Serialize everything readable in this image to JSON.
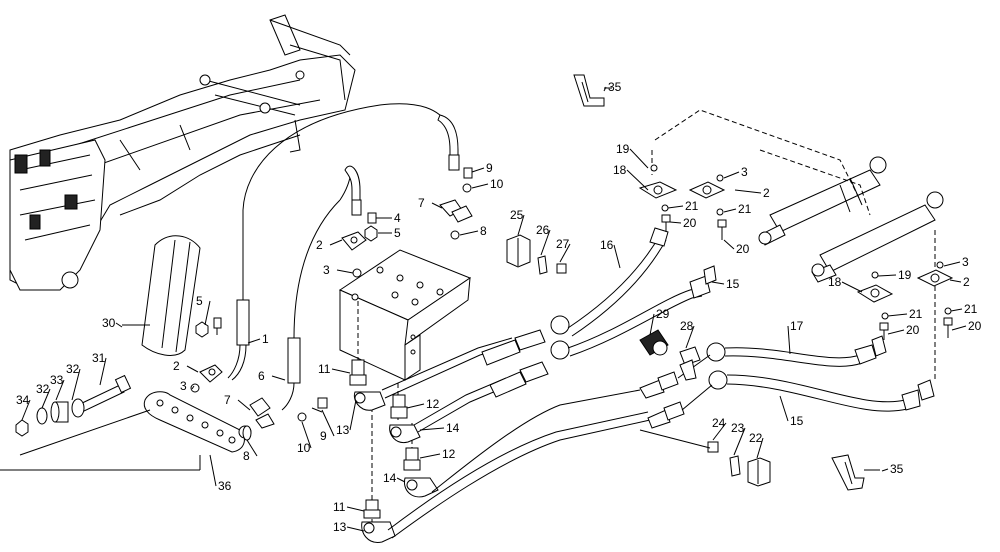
{
  "callouts": [
    {
      "id": "c1",
      "text": "1"
    },
    {
      "id": "c2a",
      "text": "2"
    },
    {
      "id": "c2b",
      "text": "2"
    },
    {
      "id": "c2c",
      "text": "2"
    },
    {
      "id": "c2d",
      "text": "2"
    },
    {
      "id": "c3a",
      "text": "3"
    },
    {
      "id": "c3b",
      "text": "3"
    },
    {
      "id": "c3c",
      "text": "3"
    },
    {
      "id": "c3d",
      "text": "3"
    },
    {
      "id": "c4",
      "text": "4"
    },
    {
      "id": "c5a",
      "text": "5"
    },
    {
      "id": "c5b",
      "text": "5"
    },
    {
      "id": "c6",
      "text": "6"
    },
    {
      "id": "c7a",
      "text": "7"
    },
    {
      "id": "c7b",
      "text": "7"
    },
    {
      "id": "c8a",
      "text": "8"
    },
    {
      "id": "c8b",
      "text": "8"
    },
    {
      "id": "c9a",
      "text": "9"
    },
    {
      "id": "c9b",
      "text": "9"
    },
    {
      "id": "c10a",
      "text": "10"
    },
    {
      "id": "c10b",
      "text": "10"
    },
    {
      "id": "c11a",
      "text": "11"
    },
    {
      "id": "c11b",
      "text": "11"
    },
    {
      "id": "c12a",
      "text": "12"
    },
    {
      "id": "c12b",
      "text": "12"
    },
    {
      "id": "c13a",
      "text": "13"
    },
    {
      "id": "c13b",
      "text": "13"
    },
    {
      "id": "c14a",
      "text": "14"
    },
    {
      "id": "c14b",
      "text": "14"
    },
    {
      "id": "c15a",
      "text": "15"
    },
    {
      "id": "c15b",
      "text": "15"
    },
    {
      "id": "c16",
      "text": "16"
    },
    {
      "id": "c17",
      "text": "17"
    },
    {
      "id": "c18a",
      "text": "18"
    },
    {
      "id": "c18b",
      "text": "18"
    },
    {
      "id": "c19a",
      "text": "19"
    },
    {
      "id": "c19b",
      "text": "19"
    },
    {
      "id": "c20a",
      "text": "20"
    },
    {
      "id": "c20b",
      "text": "20"
    },
    {
      "id": "c20c",
      "text": "20"
    },
    {
      "id": "c20d",
      "text": "20"
    },
    {
      "id": "c21a",
      "text": "21"
    },
    {
      "id": "c21b",
      "text": "21"
    },
    {
      "id": "c21c",
      "text": "21"
    },
    {
      "id": "c21d",
      "text": "21"
    },
    {
      "id": "c22",
      "text": "22"
    },
    {
      "id": "c23",
      "text": "23"
    },
    {
      "id": "c24",
      "text": "24"
    },
    {
      "id": "c25",
      "text": "25"
    },
    {
      "id": "c26",
      "text": "26"
    },
    {
      "id": "c27",
      "text": "27"
    },
    {
      "id": "c28",
      "text": "28"
    },
    {
      "id": "c29",
      "text": "29"
    },
    {
      "id": "c30",
      "text": "30"
    },
    {
      "id": "c31",
      "text": "31"
    },
    {
      "id": "c32a",
      "text": "32"
    },
    {
      "id": "c32b",
      "text": "32"
    },
    {
      "id": "c33",
      "text": "33"
    },
    {
      "id": "c34",
      "text": "34"
    },
    {
      "id": "c35a",
      "text": "35"
    },
    {
      "id": "c35b",
      "text": "35"
    },
    {
      "id": "c36",
      "text": "36"
    }
  ]
}
